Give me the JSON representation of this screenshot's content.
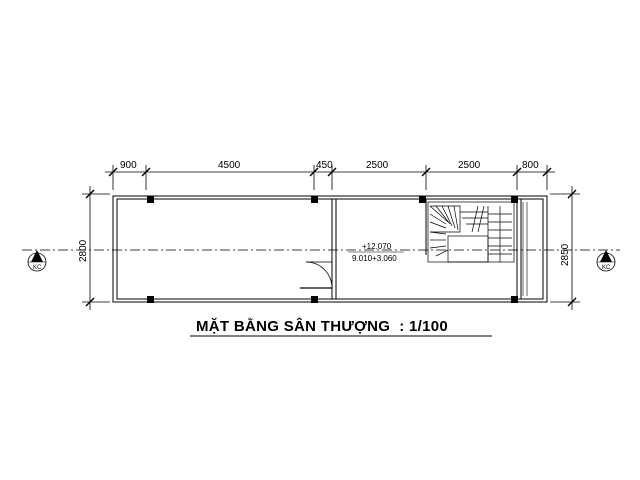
{
  "title": "MẶT BẰNG SÂN THƯỢNG  : 1/100",
  "dimensions": {
    "top": [
      "900",
      "4500",
      "450",
      "2500",
      "2500",
      "800"
    ],
    "left": "2800",
    "right": "2850"
  },
  "level": {
    "elevation": "+12.070",
    "formula": "9.010+3.060"
  },
  "section_markers": {
    "left_id": "1",
    "left_ref": "KC",
    "right_id": "1",
    "right_ref": "KC"
  }
}
